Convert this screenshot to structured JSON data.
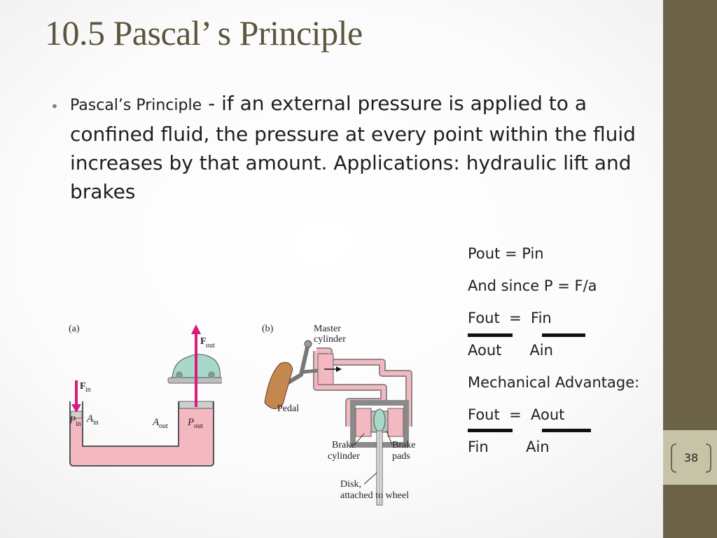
{
  "slide": {
    "title": "10.5 Pascal’  s Principle",
    "page_number": "38",
    "colors": {
      "sidebar": "#6b6248",
      "page_tab": "#c6c3a6",
      "title": "#5d553c",
      "fluid": "#f4b8c0",
      "arrow": "#d81b7d"
    }
  },
  "bullet": {
    "term": "Pascal’s Principle",
    "body": " - if an external pressure is applied to a confined fluid, the pressure at every point within the fluid increases by that amount. Applications: hydraulic lift and brakes"
  },
  "equations": {
    "lines": [
      "Pout = Pin",
      "And since P = F/a",
      "Fout  =  Fin",
      "Aout      Ain",
      "Mechanical Advantage:",
      "Fout  =  Aout",
      "Fin        Ain"
    ]
  },
  "diagram_a": {
    "panel_label": "(a)",
    "force_in": "F",
    "force_in_sub": "in",
    "force_out": "F",
    "force_out_sub": "out",
    "pressure_in": "P",
    "pressure_in_sub": "in",
    "area_in": "A",
    "area_in_sub": "in",
    "area_out": "A",
    "area_out_sub": "out",
    "pressure_out": "P",
    "pressure_out_sub": "out"
  },
  "diagram_b": {
    "panel_label": "(b)",
    "master_cylinder_line1": "Master",
    "master_cylinder_line2": "cylinder",
    "pedal": "Pedal",
    "brake_cylinder_line1": "Brake",
    "brake_cylinder_line2": "cylinder",
    "brake_pads_line1": "Brake",
    "brake_pads_line2": "pads",
    "disk_line1": "Disk,",
    "disk_line2": "attached to wheel"
  }
}
